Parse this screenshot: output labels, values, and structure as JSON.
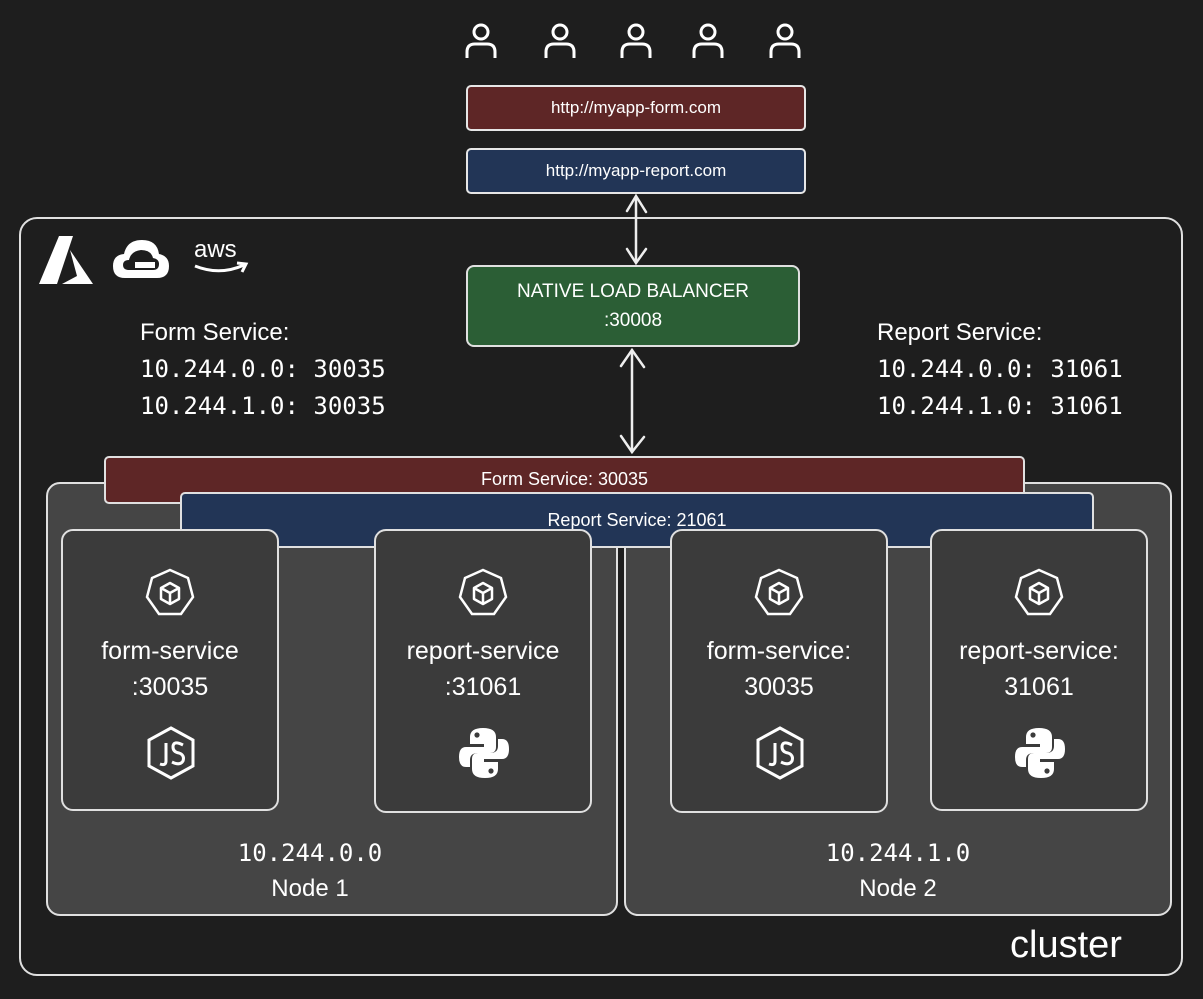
{
  "users": [
    "user-icon",
    "user-icon",
    "user-icon",
    "user-icon",
    "user-icon"
  ],
  "urls": {
    "form": "http://myapp-form.com",
    "report": "http://myapp-report.com"
  },
  "cloud_icons": [
    "azure-icon",
    "google-cloud-icon",
    "aws-icon"
  ],
  "aws_label": "aws",
  "load_balancer": {
    "title": "NATIVE LOAD BALANCER",
    "port": ":30008"
  },
  "form_service_info": {
    "title": "Form Service:",
    "line1": "10.244.0.0: 30035",
    "line2": "10.244.1.0: 30035"
  },
  "report_service_info": {
    "title": "Report Service:",
    "line1": "10.244.0.0: 31061",
    "line2": "10.244.1.0: 31061"
  },
  "bars": {
    "form": "Form Service: 30035",
    "report": "Report Service: 21061"
  },
  "nodes": [
    {
      "ip": "10.244.0.0",
      "name": "Node 1",
      "pods": [
        {
          "name": "form-service",
          "port": ":30035",
          "lang": "nodejs-icon"
        },
        {
          "name": "report-service",
          "port": ":31061",
          "lang": "python-icon"
        }
      ]
    },
    {
      "ip": "10.244.1.0",
      "name": "Node 2",
      "pods": [
        {
          "name": "form-service:",
          "port": "30035",
          "lang": "nodejs-icon"
        },
        {
          "name": "report-service:",
          "port": "31061",
          "lang": "python-icon"
        }
      ]
    }
  ],
  "cluster_label": "cluster",
  "colors": {
    "background": "#1e1e1e",
    "form_red": "#5e2626",
    "report_blue": "#223556",
    "lb_green": "#2b5e35",
    "node_gray": "#454545",
    "pod_gray": "#3b3b3b"
  }
}
